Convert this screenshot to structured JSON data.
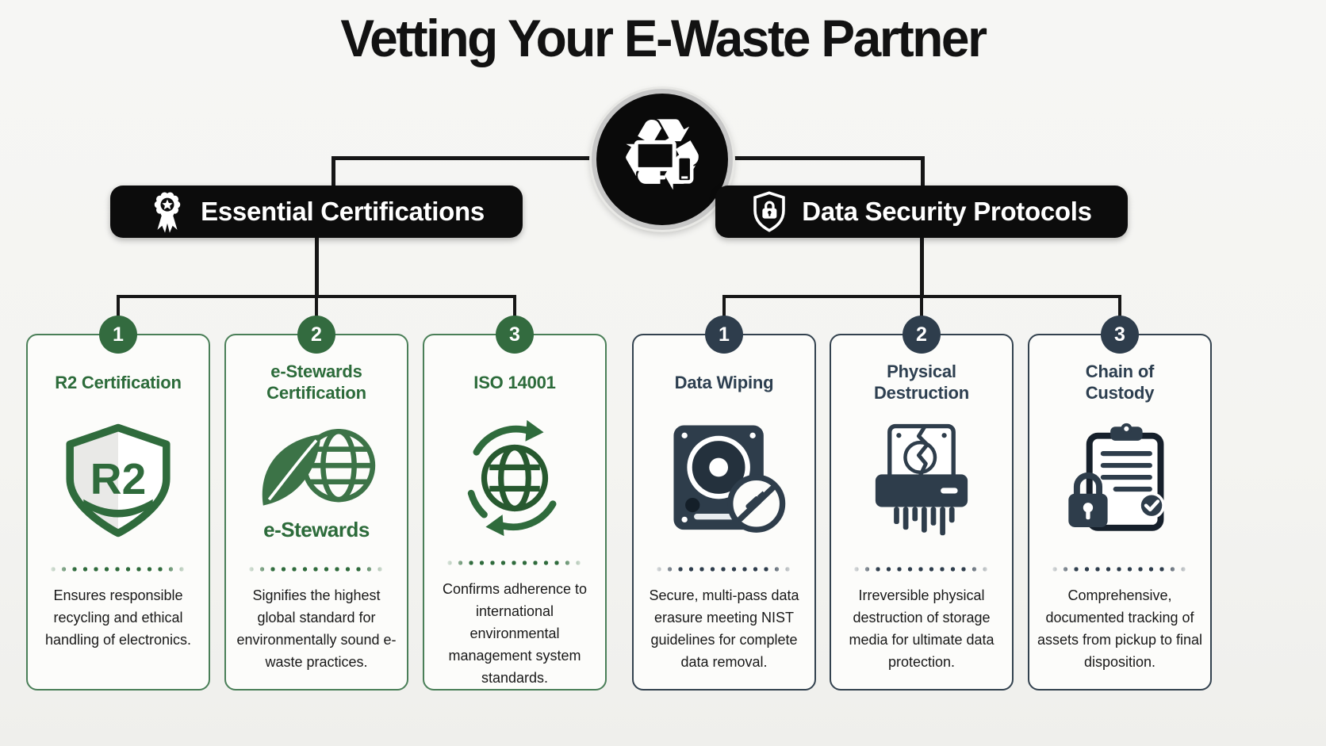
{
  "title": "Vetting Your E-Waste Partner",
  "center": {
    "icon": "e-waste-recycle-icon"
  },
  "branches": {
    "left": {
      "label": "Essential Certifications",
      "icon": "award-ribbon-icon",
      "accent": "#2c6b3a",
      "cards": [
        {
          "number": "1",
          "title": "R2 Certification",
          "icon": "r2-shield-icon",
          "icon_text": "R2",
          "description": "Ensures responsible recycling and ethical handling of electronics."
        },
        {
          "number": "2",
          "title": "e-Stewards Certification",
          "icon": "leaf-globe-icon",
          "icon_caption": "e-Stewards",
          "description": "Signifies the highest global standard for environmentally sound e-waste practices."
        },
        {
          "number": "3",
          "title": "ISO 14001",
          "icon": "globe-recycle-arrows-icon",
          "description": "Confirms adherence to international environmental management system standards."
        }
      ]
    },
    "right": {
      "label": "Data Security Protocols",
      "icon": "shield-lock-icon",
      "accent": "#2d3f50",
      "cards": [
        {
          "number": "1",
          "title": "Data Wiping",
          "icon": "hard-drive-wipe-icon",
          "description": "Secure, multi-pass data erasure meeting NIST guidelines for complete data removal."
        },
        {
          "number": "2",
          "title": "Physical Destruction",
          "icon": "shredder-icon",
          "description": "Irreversible physical destruction of storage media for ultimate data protection."
        },
        {
          "number": "3",
          "title": "Chain of Custody",
          "icon": "clipboard-lock-icon",
          "description": "Comprehensive, documented tracking of assets from pickup to final disposition."
        }
      ]
    }
  },
  "colors": {
    "green": "#2c6b3a",
    "slate": "#2e3d4c",
    "header_bg": "#0c0c0c",
    "line": "#161616"
  }
}
